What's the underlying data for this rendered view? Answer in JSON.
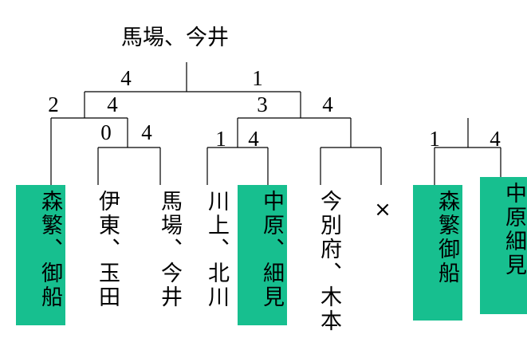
{
  "bracket": {
    "winner": "馬場、今井",
    "teams": [
      {
        "id": "t1",
        "name": "森繁、御船",
        "highlight": true
      },
      {
        "id": "t2",
        "name": "伊東、玉田",
        "highlight": false
      },
      {
        "id": "t3",
        "name": "馬場、今井",
        "highlight": false
      },
      {
        "id": "t4",
        "name": "川上、北川",
        "highlight": false
      },
      {
        "id": "t5",
        "name": "中原、細見",
        "highlight": true
      },
      {
        "id": "t6",
        "name": "今別府、木本",
        "highlight": false
      },
      {
        "id": "t7",
        "name": "森繁御船",
        "highlight": true
      },
      {
        "id": "t8",
        "name": "中原細見",
        "highlight": true
      }
    ],
    "bye_mark": "×",
    "scores": {
      "final_left": "4",
      "final_right": "1",
      "semi_left_outer": "2",
      "semi_left_inner": "4",
      "semi_right_inner": "3",
      "semi_right_outer": "4",
      "qf_left_l": "0",
      "qf_left_r": "4",
      "qf_mid_l": "1",
      "qf_mid_r": "4",
      "side_l": "1",
      "side_r": "4"
    }
  }
}
